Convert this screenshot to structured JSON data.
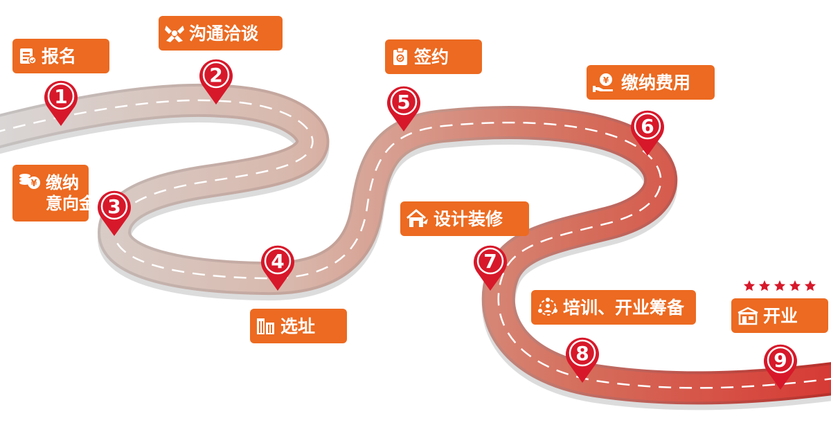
{
  "steps": [
    {
      "num": "1",
      "label": "报名",
      "icon": "form-icon"
    },
    {
      "num": "2",
      "label": "沟通洽谈",
      "icon": "handshake-icon"
    },
    {
      "num": "3",
      "label_lines": [
        "缴纳",
        "意向金"
      ],
      "icon": "coins-icon"
    },
    {
      "num": "4",
      "label": "选址",
      "icon": "buildings-icon"
    },
    {
      "num": "5",
      "label": "签约",
      "icon": "clipboard-icon"
    },
    {
      "num": "6",
      "label": "缴纳费用",
      "icon": "money-hand-icon"
    },
    {
      "num": "7",
      "label": "设计装修",
      "icon": "house-icon"
    },
    {
      "num": "8",
      "label": "培训、开业筹备",
      "icon": "people-icon"
    },
    {
      "num": "9",
      "label": "开业",
      "icon": "store-icon"
    }
  ],
  "stars_count": 5,
  "colors": {
    "label_bg": "#ec6a21",
    "pin": "#d7182a",
    "road_start": "#d4d1d0",
    "road_end": "#d84236",
    "star": "#d7182a"
  }
}
